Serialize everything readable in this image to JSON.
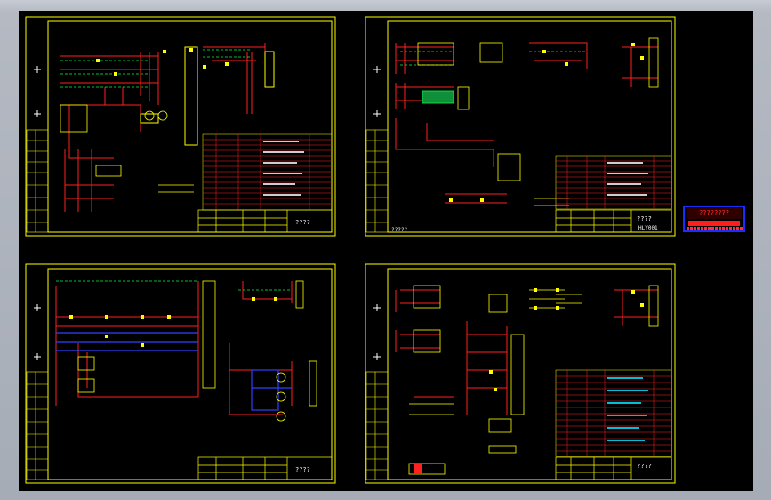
{
  "sheets": [
    {
      "id": "sheet-top-left",
      "title_text": "????",
      "drawing_no": ""
    },
    {
      "id": "sheet-top-right",
      "title_text": "????",
      "drawing_no": "HLY001",
      "bottom_note": "?????"
    },
    {
      "id": "sheet-bottom-left",
      "title_text": "????",
      "drawing_no": ""
    },
    {
      "id": "sheet-bottom-right",
      "title_text": "????",
      "drawing_no": ""
    }
  ],
  "stamp": {
    "text": "????????"
  },
  "colors": {
    "frame": "#ffff00",
    "wire_red": "#ff2020",
    "wire_blue": "#3040ff",
    "dash_green": "#00ff40",
    "symbol_cyan": "#00e0ff",
    "text_white": "#ffffff",
    "background": "#000000"
  }
}
